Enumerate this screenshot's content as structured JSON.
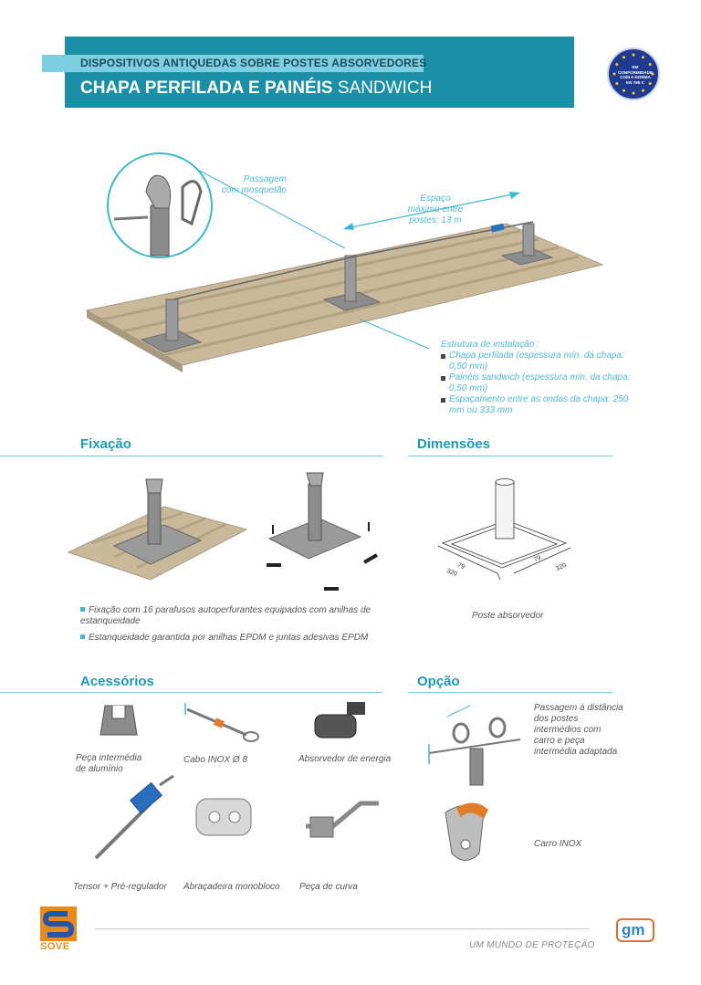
{
  "header": {
    "subtitle": "DISPOSITIVOS ANTIQUEDAS SOBRE POSTES ABSORVEDORES",
    "title_bold": "CHAPA PERFILADA E PAINÉIS",
    "title_normal": "SANDWICH"
  },
  "badge": {
    "lines": [
      "EM",
      "CONFORMIDADE",
      "COM A NORMA",
      "EN 795 C"
    ]
  },
  "hero": {
    "callout_passage_line1": "Passagem",
    "callout_passage_line2": "com mosquetão",
    "callout_space_line1": "Espaço",
    "callout_space_line2": "máximo entre",
    "callout_space_line3": "postes: 13 m",
    "structure_title": "Estrutura de instalação :",
    "structure_items": [
      "Chapa perfilada (espessura mín. da chapa: 0,50 mm)",
      "Painéis sandwich (espessura mín. da chapa: 0,50 mm)",
      "Espaçamento entre as ondas da chapa: 250 mm ou 333 mm"
    ]
  },
  "fixacao": {
    "title": "Fixação",
    "notes": [
      "Fixação com 16 parafusos autoperfurantes equipados com anilhas de estanqueidade",
      "Estanqueidade garantida por anilhas EPDM e juntas adesivas EPDM"
    ]
  },
  "dimensoes": {
    "title": "Dimensões",
    "dims": [
      "79",
      "320",
      "79",
      "320"
    ],
    "caption": "Poste absorvedor"
  },
  "acessorios": {
    "title": "Acessórios",
    "items": [
      {
        "line1": "Peça intermédia",
        "line2": "de alumínio"
      },
      {
        "line1": "Cabo INOX Ø 8",
        "line2": ""
      },
      {
        "line1": "Absorvedor de energia",
        "line2": ""
      },
      {
        "line1": "Tensor + Pré-regulador",
        "line2": ""
      },
      {
        "line1": "Abraçadeira monobloco",
        "line2": ""
      },
      {
        "line1": "Peça de curva",
        "line2": ""
      }
    ]
  },
  "opcao": {
    "title": "Opção",
    "passage_lines": [
      "Passagem à distância",
      "dos postes",
      "intermédios com",
      "carro e peça",
      "intermédia adaptada"
    ],
    "carro": "Carro INOX"
  },
  "footer": {
    "brand_left": "SOVE",
    "slogan": "UM MUNDO DE PROTEÇÃO",
    "brand_right": "gm"
  },
  "colors": {
    "accent": "#1a9bb8",
    "header_band": "#1a8fa6",
    "header_sub": "#7ccfe0",
    "roof": "#c9b99a",
    "sove_orange": "#e8891c",
    "sove_blue": "#2456a6"
  }
}
